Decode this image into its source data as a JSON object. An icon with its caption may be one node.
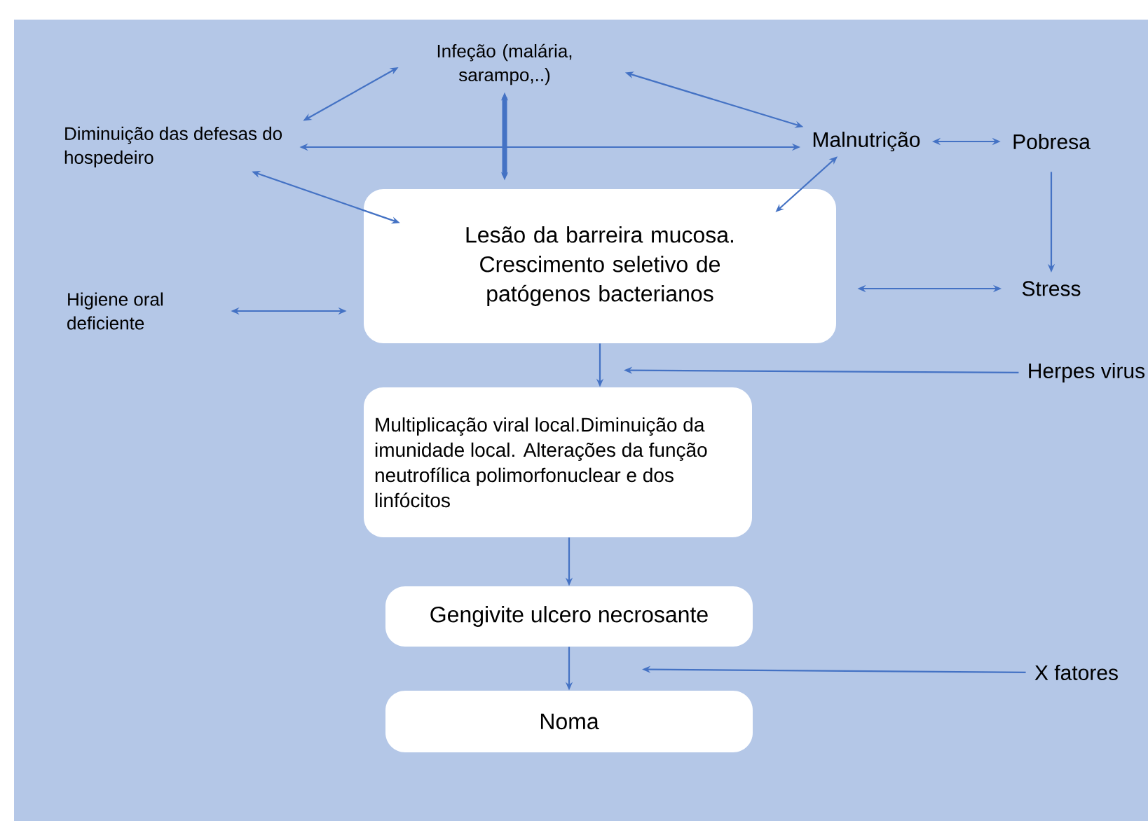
{
  "diagram": {
    "nodes": [
      {
        "text": [
          "Infeção (malária, sarampo,..)"
        ]
      },
      {
        "text": [
          "Diminuição das defesas do hospedeiro"
        ]
      },
      {
        "text": [
          "Malnutrição"
        ]
      },
      {
        "text": [
          "Pobresa"
        ]
      },
      {
        "text": [
          "Lesão da barreira mucosa. Crescimento seletivo de patógenos bacterianos"
        ]
      },
      {
        "text": [
          "Higiene oral deficiente"
        ]
      },
      {
        "text": [
          "Stress"
        ]
      },
      {
        "text": [
          "Herpes virus"
        ]
      },
      {
        "text": [
          "Multiplicação viral local.Diminuição da imunidade local. Alterações da função neutrofílica polimorfonuclear e dos linfócitos"
        ]
      },
      {
        "text": [
          "Gengivite ulcero necrosante"
        ]
      },
      {
        "text": [
          "Noma"
        ]
      },
      {
        "text": [
          "X fatores"
        ]
      }
    ],
    "edges": [
      {
        "from": 1,
        "to": 0,
        "arrow": "both"
      },
      {
        "from": 1,
        "to": 2,
        "arrow": "both"
      },
      {
        "from": 0,
        "to": 2,
        "arrow": "both"
      },
      {
        "from": 0,
        "to": 4,
        "arrow": "both",
        "style": "thick"
      },
      {
        "from": 1,
        "to": 4,
        "arrow": "both"
      },
      {
        "from": 2,
        "to": 4,
        "arrow": "both"
      },
      {
        "from": 2,
        "to": 3,
        "arrow": "both"
      },
      {
        "from": 3,
        "to": 6,
        "arrow": "to"
      },
      {
        "from": 4,
        "to": 6,
        "arrow": "both"
      },
      {
        "from": 5,
        "to": 4,
        "arrow": "both"
      },
      {
        "from": 4,
        "to": 8,
        "arrow": "to"
      },
      {
        "from": 7,
        "to": 8,
        "arrow": "to"
      },
      {
        "from": 8,
        "to": 9,
        "arrow": "to"
      },
      {
        "from": 9,
        "to": 10,
        "arrow": "to"
      },
      {
        "from": 11,
        "to": 10,
        "arrow": "to"
      }
    ]
  }
}
